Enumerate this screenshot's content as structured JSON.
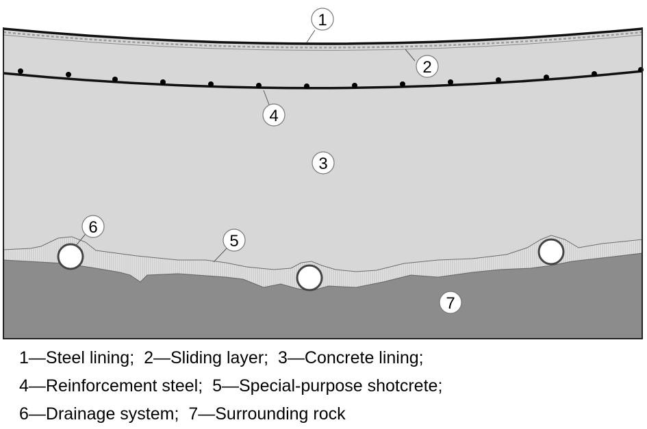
{
  "callouts": [
    {
      "id": "callout-1",
      "number": "1"
    },
    {
      "id": "callout-2",
      "number": "2"
    },
    {
      "id": "callout-3",
      "number": "3"
    },
    {
      "id": "callout-4",
      "number": "4"
    },
    {
      "id": "callout-5",
      "number": "5"
    },
    {
      "id": "callout-6",
      "number": "6"
    },
    {
      "id": "callout-7",
      "number": "7"
    }
  ],
  "legend": {
    "lines": [
      [
        "1—Steel lining;",
        "2—Sliding layer;",
        "3—Concrete lining;"
      ],
      [
        "4—Reinforcement steel;",
        "5—Special-purpose shotcrete;"
      ],
      [
        "6—Drainage system;",
        "7—Surrounding rock"
      ]
    ]
  },
  "colors": {
    "concrete_lining": "#d7d7d7",
    "surrounding_rock": "#8c8c8c",
    "shotcrete": "#e1e1e1",
    "outline": "#000000",
    "callout_fill": "#ffffff"
  },
  "icons": {
    "rebar": "dot-marker",
    "drain_pipe": "circle"
  }
}
